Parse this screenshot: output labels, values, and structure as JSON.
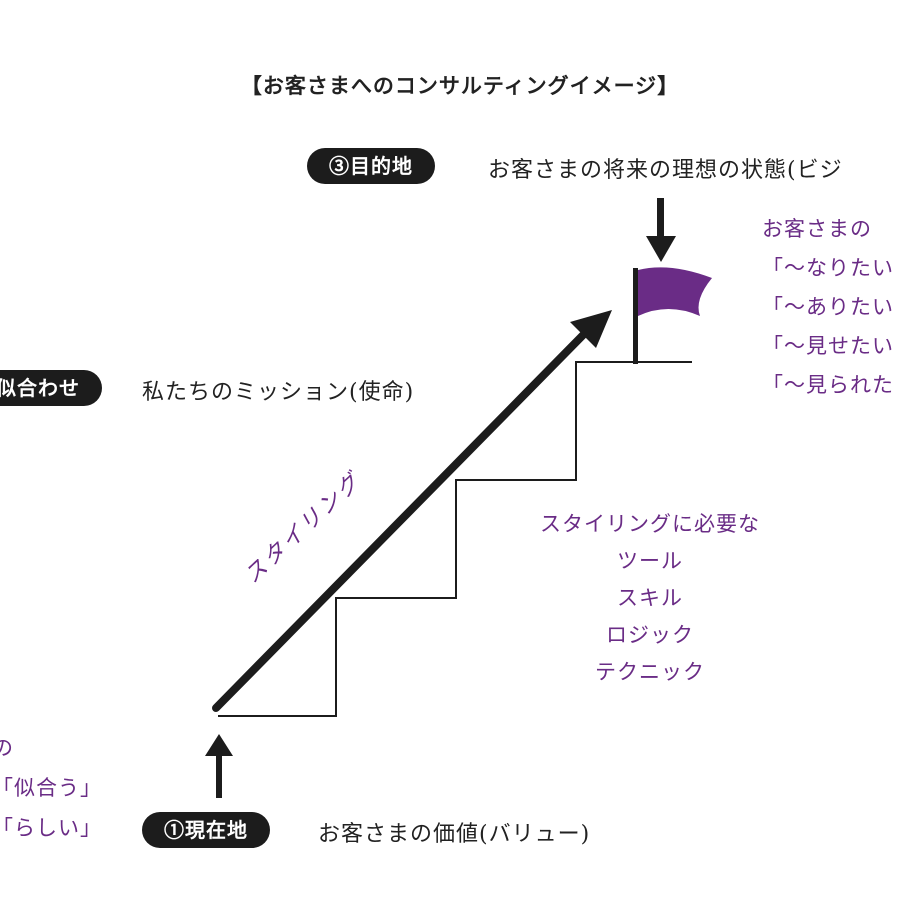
{
  "title": "【お客さまへのコンサルティングイメージ】",
  "destination": {
    "badge": "③目的地",
    "description": "お客さまの将来の理想の状態(ビジ",
    "goals": [
      "お客さまの",
      "「〜なりたい",
      "「〜ありたい",
      "「〜見せたい",
      "「〜見られた"
    ]
  },
  "match": {
    "badge": "似合わせ",
    "description": "私たちのミッション(使命)"
  },
  "current": {
    "badge": "①現在地",
    "description": "お客さまの価値(バリュー)",
    "values": [
      "の",
      "「似合う」",
      "「らしい」"
    ]
  },
  "styling_label": "スタイリング",
  "tools": [
    "スタイリングに必要な",
    "ツール",
    "スキル",
    "ロジック",
    "テクニック"
  ],
  "colors": {
    "accent": "#6a2c86",
    "ink": "#1c1c1c"
  }
}
